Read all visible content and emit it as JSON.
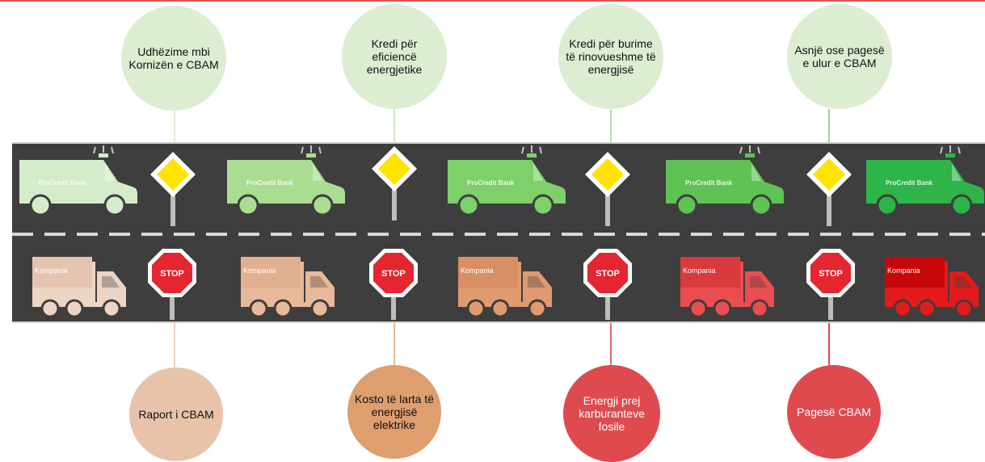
{
  "top_bubbles": [
    {
      "text": "Udhëzime mbi Kornizën e CBAM"
    },
    {
      "text": "Kredi për eficiencë energjetike"
    },
    {
      "text": "Kredi për burime të rinovueshme të energjisë"
    },
    {
      "text": "Asnjë ose pagesë e ulur e CBAM"
    }
  ],
  "bottom_bubbles": [
    {
      "text": "Raport i CBAM",
      "color": "#e8c3aa"
    },
    {
      "text": "Kosto të larta të energjisë elektrike",
      "color": "#df9e6e"
    },
    {
      "text": "Energji prej karburanteve fosile",
      "color": "#df4a4f"
    },
    {
      "text": "Pagesë CBAM",
      "color": "#df4a4f"
    }
  ],
  "vans": [
    {
      "brand": "ProCredit Bank",
      "color": "#d4ecc9"
    },
    {
      "brand": "ProCredit Bank",
      "color": "#a9dd92"
    },
    {
      "brand": "ProCredit Bank",
      "color": "#7dd06a"
    },
    {
      "brand": "ProCredit Bank",
      "color": "#5ec255"
    },
    {
      "brand": "ProCredit Bank",
      "color": "#2eb449"
    }
  ],
  "trucks": [
    {
      "label": "Kompania",
      "color": "#ecd5c4",
      "box": "#e4c6b0"
    },
    {
      "label": "Kompania",
      "color": "#e8b99a",
      "box": "#e1b08e"
    },
    {
      "label": "Kompania",
      "color": "#df9a6f",
      "box": "#d98f63"
    },
    {
      "label": "Kompania",
      "color": "#ea4d50",
      "box": "#d93a3e"
    },
    {
      "label": "Kompania",
      "color": "#e31a1c",
      "box": "#c7080a"
    }
  ],
  "stop_label": "STOP",
  "colors": {
    "road": "#3e3e3e",
    "diamond": "#ffe400",
    "stop": "#e3262f"
  }
}
